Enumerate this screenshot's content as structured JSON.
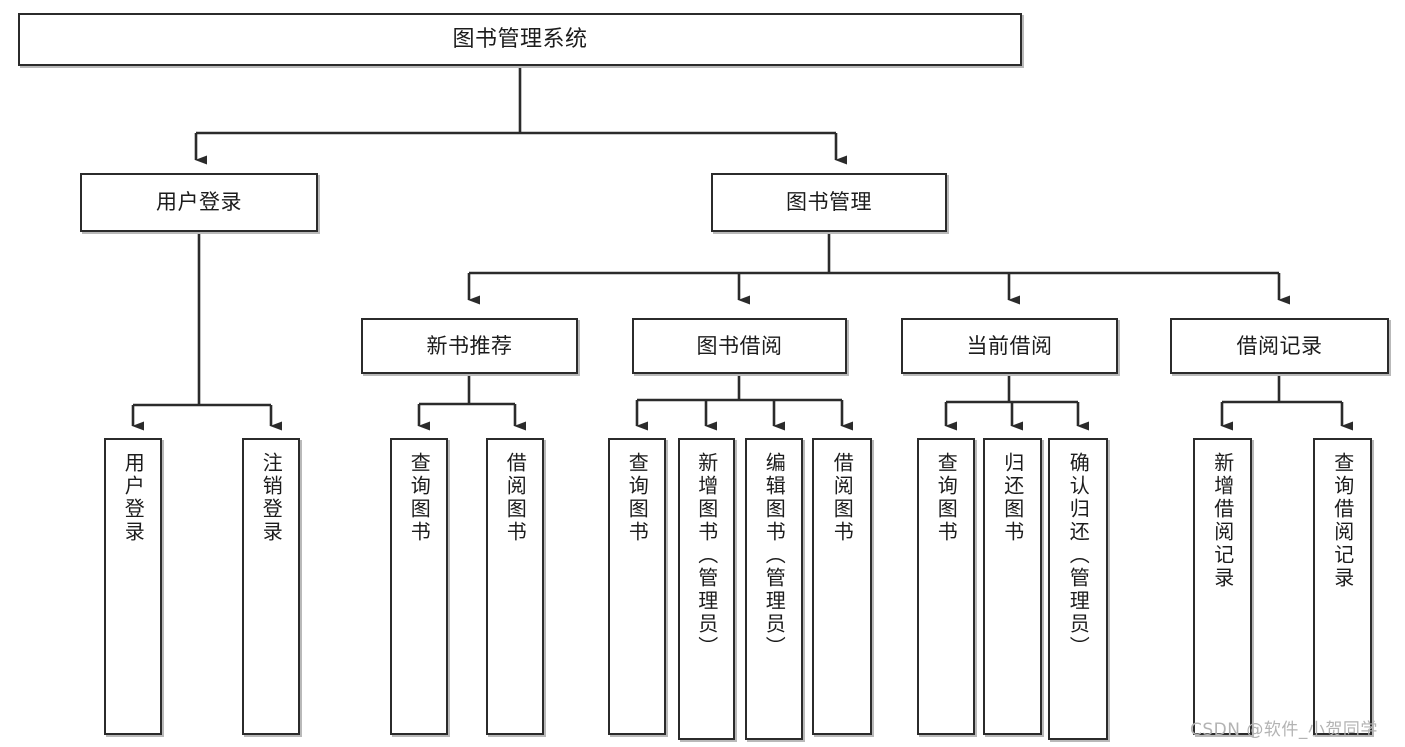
{
  "diagram": {
    "type": "tree",
    "title": "图书管理系统",
    "root": {
      "label": "图书管理系统"
    },
    "level2": [
      {
        "label": "用户登录"
      },
      {
        "label": "图书管理"
      }
    ],
    "level3": [
      {
        "label": "新书推荐",
        "parent": "图书管理"
      },
      {
        "label": "图书借阅",
        "parent": "图书管理"
      },
      {
        "label": "当前借阅",
        "parent": "图书管理"
      },
      {
        "label": "借阅记录",
        "parent": "图书管理"
      }
    ],
    "leaves": [
      {
        "label": "用户登录",
        "parent": "用户登录"
      },
      {
        "label": "注销登录",
        "parent": "用户登录"
      },
      {
        "label": "查询图书",
        "parent": "新书推荐"
      },
      {
        "label": "借阅图书",
        "parent": "新书推荐"
      },
      {
        "label": "查询图书",
        "parent": "图书借阅"
      },
      {
        "label": "新增图书（管理员）",
        "parent": "图书借阅"
      },
      {
        "label": "编辑图书（管理员）",
        "parent": "图书借阅"
      },
      {
        "label": "借阅图书",
        "parent": "图书借阅"
      },
      {
        "label": "查询图书",
        "parent": "当前借阅"
      },
      {
        "label": "归还图书",
        "parent": "当前借阅"
      },
      {
        "label": "确认归还（管理员）",
        "parent": "当前借阅"
      },
      {
        "label": "新增借阅记录",
        "parent": "借阅记录"
      },
      {
        "label": "查询借阅记录",
        "parent": "借阅记录"
      }
    ],
    "colors": {
      "stroke": "#2b2b2b",
      "fill": "#ffffff",
      "text": "#1c1c1c",
      "watermark": "#b3b3b3"
    }
  },
  "watermark": {
    "text": "CSDN @软件_小贺同学"
  }
}
